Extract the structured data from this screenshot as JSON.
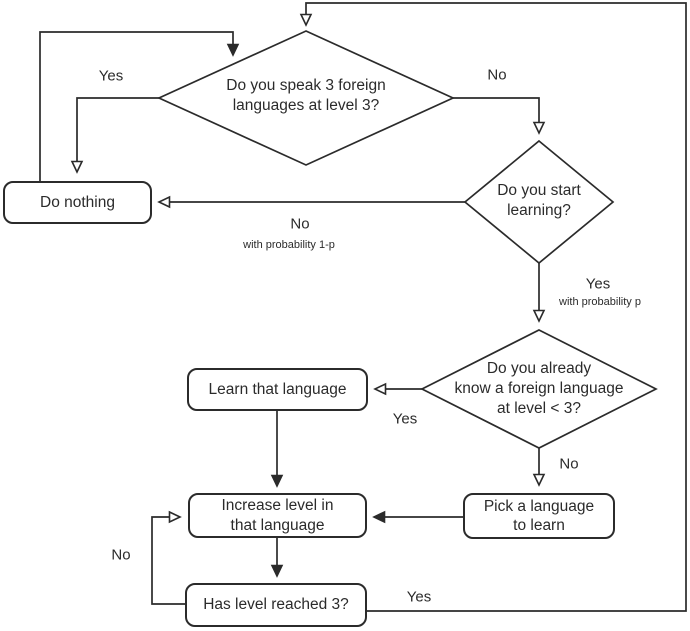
{
  "nodes": {
    "start_decision": {
      "label": "Do you speak 3 foreign\nlanguages at level 3?"
    },
    "start_learning_decision": {
      "label": "Do you start\nlearning?"
    },
    "know_language_decision": {
      "label": "Do you already\nknow a foreign language\nat level < 3?"
    },
    "do_nothing": {
      "label": "Do nothing"
    },
    "learn_language": {
      "label": "Learn that language"
    },
    "increase_level": {
      "label": "Increase level in\nthat language"
    },
    "pick_language": {
      "label": "Pick a language\nto learn"
    },
    "level_reached": {
      "label": "Has level reached 3?"
    }
  },
  "edge_labels": {
    "speak3_yes": "Yes",
    "speak3_no": "No",
    "start_no": "No",
    "start_no_prob": "with probability 1-p",
    "start_yes": "Yes",
    "start_yes_prob": "with probability p",
    "know_yes": "Yes",
    "know_no": "No",
    "reached_no": "No",
    "reached_yes": "Yes"
  },
  "colors": {
    "line": "#2b2b2b",
    "background": "#ffffff",
    "text": "#2b2b2b"
  }
}
